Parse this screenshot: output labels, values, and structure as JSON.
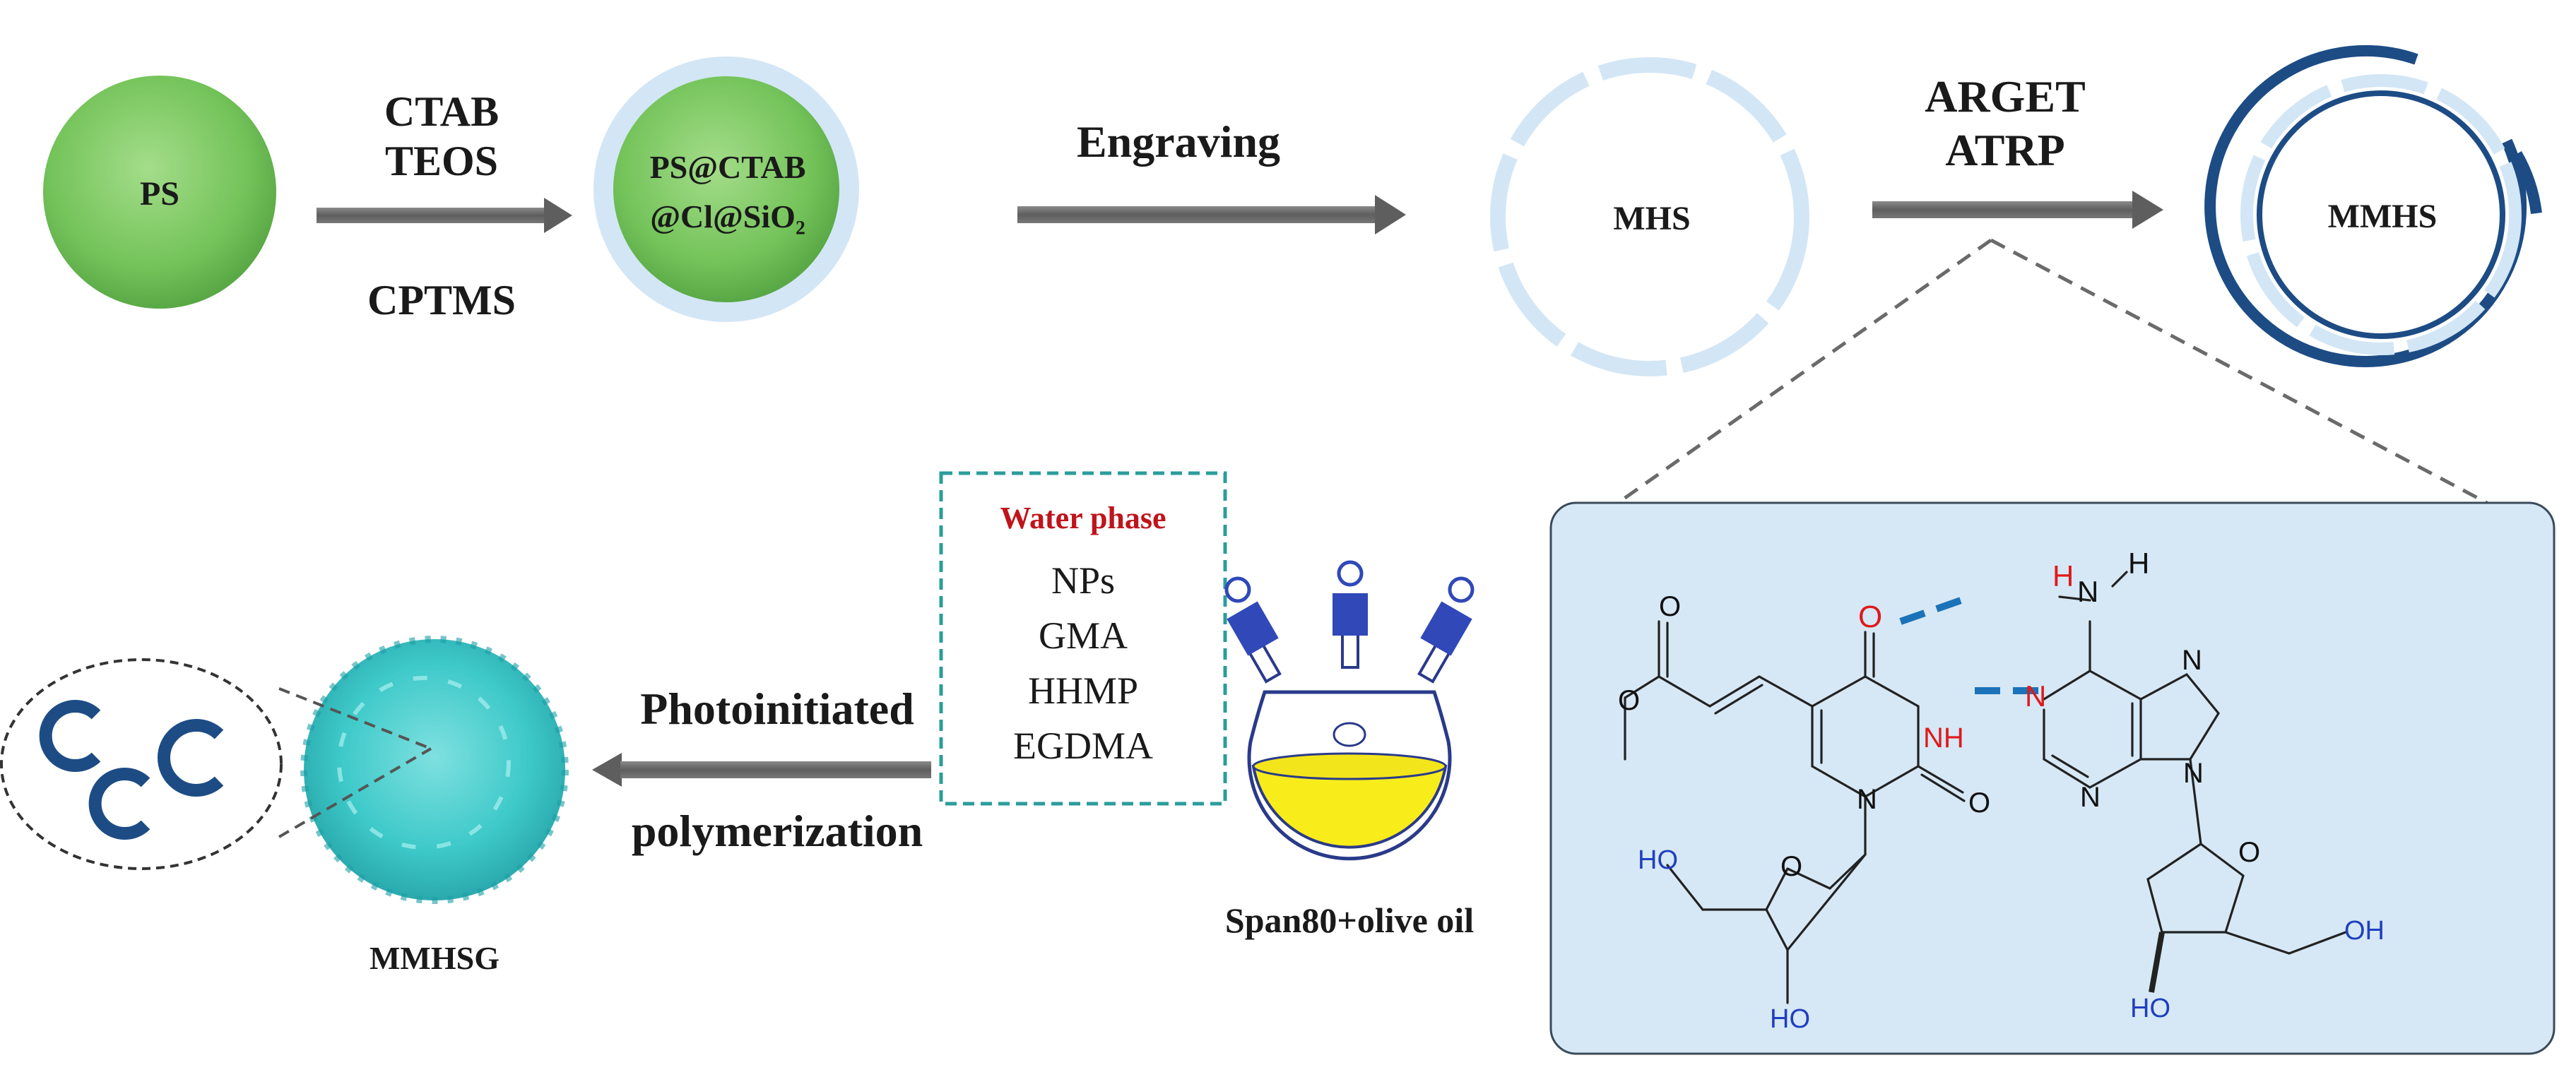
{
  "particles": {
    "ps": "PS",
    "ps_ctab": [
      "PS@CTAB",
      "@Cl@SiO₂"
    ],
    "mhs": "MHS",
    "mmhs": "MMHS",
    "mmhsg": "MMHSG"
  },
  "steps": {
    "step1": [
      "CTAB",
      "TEOS",
      "CPTMS"
    ],
    "step2": "Engraving",
    "step3": [
      "ARGET",
      "ATRP"
    ],
    "step4": [
      "Photoinitiated",
      "polymerization"
    ]
  },
  "water_box": {
    "title": "Water phase",
    "items": [
      "NPs",
      "GMA",
      "HHMP",
      "EGDMA"
    ]
  },
  "flask_label": "Span80+olive oil",
  "molecule_labels": {
    "O": "O",
    "NH": "NH",
    "N": "N",
    "H": "H",
    "HO": "HO",
    "OH": "OH"
  },
  "colors": {
    "green": "#6fbf55",
    "shell": "#d3e6f5",
    "navy": "#1d4c85",
    "teal": "#2bbfbf",
    "panel": "#d6e8f5",
    "hbond": "#1a73b8",
    "red": "#e0191b",
    "blue": "#1f3fbf",
    "yellow": "#f8ed1a"
  }
}
